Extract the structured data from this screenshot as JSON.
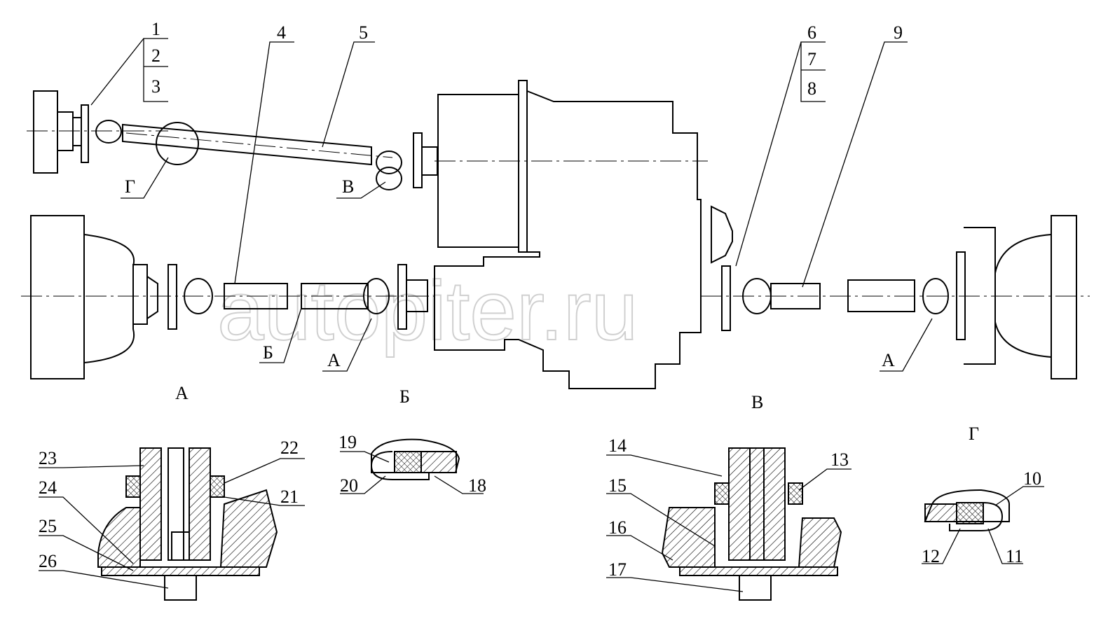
{
  "watermark": "autopiter.ru",
  "callouts": {
    "p1": "1",
    "p2": "2",
    "p3": "3",
    "p4": "4",
    "p5": "5",
    "p6": "6",
    "p7": "7",
    "p8": "8",
    "p9": "9",
    "g": "Г",
    "v": "В",
    "b": "Б",
    "a1": "А",
    "a2": "А"
  },
  "sections": {
    "a": "А",
    "b": "Б",
    "v": "В",
    "g": "Г"
  },
  "details": {
    "d10": "10",
    "d11": "11",
    "d12": "12",
    "d13": "13",
    "d14": "14",
    "d15": "15",
    "d16": "16",
    "d17": "17",
    "d18": "18",
    "d19": "19",
    "d20": "20",
    "d21": "21",
    "d22": "22",
    "d23": "23",
    "d24": "24",
    "d25": "25",
    "d26": "26"
  }
}
